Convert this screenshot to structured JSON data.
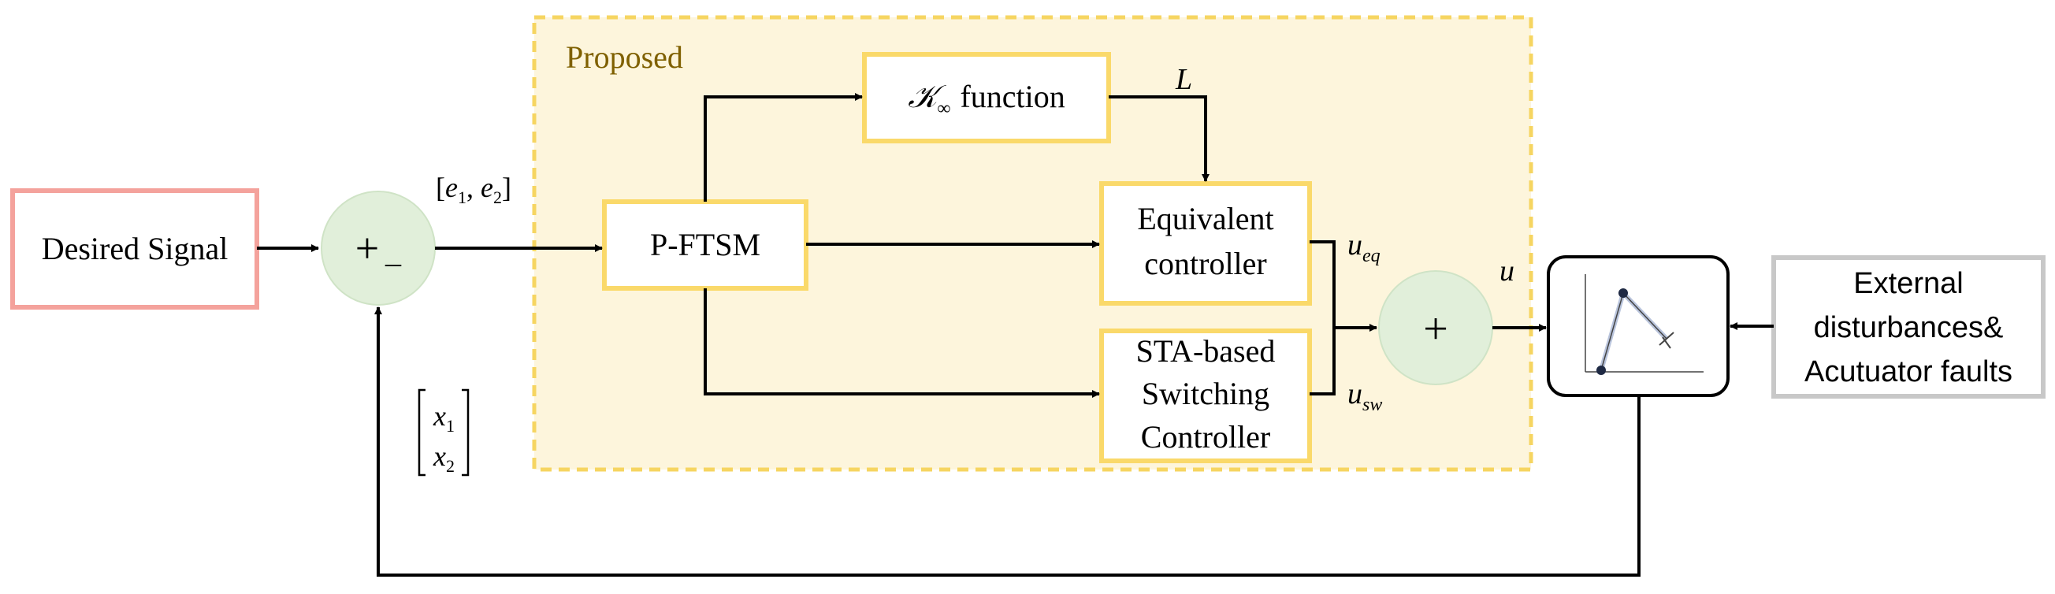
{
  "colors": {
    "proposed_fill": "#fdf5dc",
    "proposed_border": "#f6d561",
    "proposed_label": "#7f6000",
    "block_border": "#fad96a",
    "desired_border": "#f4a29c",
    "external_border": "#c8c8c8",
    "summer_fill": "#e1efda",
    "arrow": "#000000"
  },
  "proposed": {
    "label": "Proposed"
  },
  "blocks": {
    "desired": {
      "label": "Desired Signal"
    },
    "pftsm": {
      "label": "P-FTSM"
    },
    "kinf": {
      "symbol": "𝒦",
      "subscript": "∞",
      "label": "function"
    },
    "equivalent": {
      "line1": "Equivalent",
      "line2": "controller"
    },
    "sta": {
      "line1": "STA-based",
      "line2": "Switching",
      "line3": "Controller"
    },
    "external": {
      "line1": "External",
      "line2": "disturbances&",
      "line3": "Acutuator faults"
    }
  },
  "summers": {
    "error": {
      "plus": "+",
      "minus": "_"
    },
    "output": {
      "plus": "+"
    }
  },
  "signals": {
    "error_vector": {
      "open": "[",
      "e1": "e",
      "e1_sub": "1",
      "sep": ", ",
      "e2": "e",
      "e2_sub": "2",
      "close": "]"
    },
    "L": "L",
    "u_eq": {
      "base": "u",
      "sub": "eq"
    },
    "u_sw": {
      "base": "u",
      "sub": "sw"
    },
    "u": "u",
    "state": {
      "x1": "x",
      "x1_sub": "1",
      "x2": "x",
      "x2_sub": "2"
    }
  },
  "plant": {
    "icon": "two-link-manipulator-icon"
  }
}
